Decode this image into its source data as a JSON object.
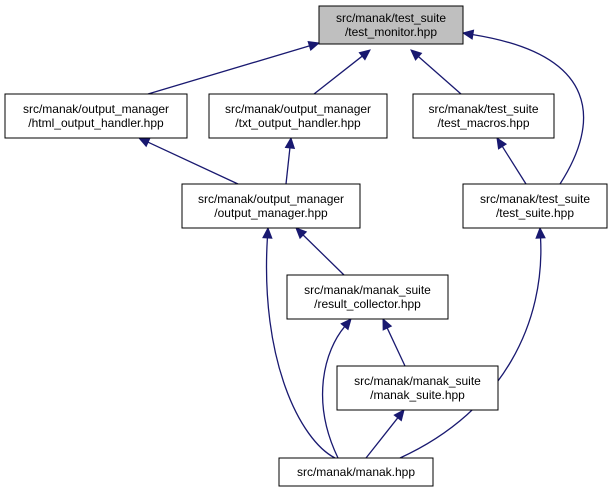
{
  "nodes": [
    {
      "id": "test_monitor",
      "lines": [
        "src/manak/test_suite",
        "/test_monitor.hpp"
      ],
      "highlight": true
    },
    {
      "id": "html_output_handler",
      "lines": [
        "src/manak/output_manager",
        "/html_output_handler.hpp"
      ]
    },
    {
      "id": "txt_output_handler",
      "lines": [
        "src/manak/output_manager",
        "/txt_output_handler.hpp"
      ]
    },
    {
      "id": "test_macros",
      "lines": [
        "src/manak/test_suite",
        "/test_macros.hpp"
      ]
    },
    {
      "id": "output_manager",
      "lines": [
        "src/manak/output_manager",
        "/output_manager.hpp"
      ]
    },
    {
      "id": "test_suite",
      "lines": [
        "src/manak/test_suite",
        "/test_suite.hpp"
      ]
    },
    {
      "id": "result_collector",
      "lines": [
        "src/manak/manak_suite",
        "/result_collector.hpp"
      ]
    },
    {
      "id": "manak_suite",
      "lines": [
        "src/manak/manak_suite",
        "/manak_suite.hpp"
      ]
    },
    {
      "id": "manak",
      "lines": [
        "src/manak/manak.hpp"
      ]
    }
  ],
  "edges": [
    {
      "from": "html_output_handler",
      "to": "test_monitor"
    },
    {
      "from": "txt_output_handler",
      "to": "test_monitor"
    },
    {
      "from": "test_macros",
      "to": "test_monitor"
    },
    {
      "from": "test_suite",
      "to": "test_monitor"
    },
    {
      "from": "output_manager",
      "to": "html_output_handler"
    },
    {
      "from": "output_manager",
      "to": "txt_output_handler"
    },
    {
      "from": "test_suite",
      "to": "test_macros"
    },
    {
      "from": "result_collector",
      "to": "output_manager"
    },
    {
      "from": "manak",
      "to": "output_manager"
    },
    {
      "from": "manak_suite",
      "to": "result_collector"
    },
    {
      "from": "manak",
      "to": "result_collector"
    },
    {
      "from": "manak",
      "to": "manak_suite"
    },
    {
      "from": "manak",
      "to": "test_suite"
    }
  ]
}
